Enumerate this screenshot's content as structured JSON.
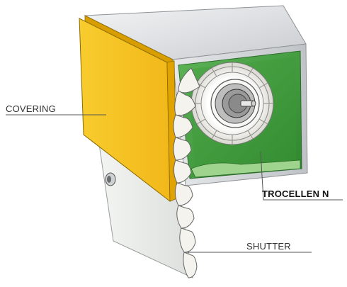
{
  "labels": {
    "covering": "COVERING",
    "trocellen": "TROCELLEN N",
    "shutter": "SHUTTER"
  },
  "colors": {
    "covering_face": "#F6C420",
    "covering_edge": "#D69A00",
    "box_grey": "#DADDE0",
    "insulation_green": "#3F9A3A",
    "insulation_dark": "#2C7A2A",
    "slat_white": "#F4F3EE",
    "axle_grey": "#8E8E8E"
  }
}
